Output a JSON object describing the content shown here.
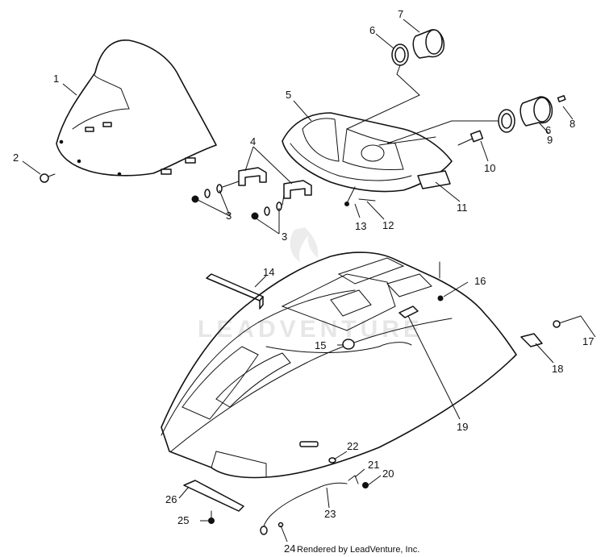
{
  "watermark": "LEADVENTURE",
  "credit": "Rendered by LeadVenture, Inc.",
  "callouts": [
    "1",
    "2",
    "3",
    "3",
    "4",
    "5",
    "6",
    "6",
    "7",
    "8",
    "9",
    "10",
    "11",
    "12",
    "13",
    "14",
    "15",
    "16",
    "17",
    "18",
    "19",
    "20",
    "21",
    "22",
    "23",
    "24",
    "25",
    "26"
  ]
}
